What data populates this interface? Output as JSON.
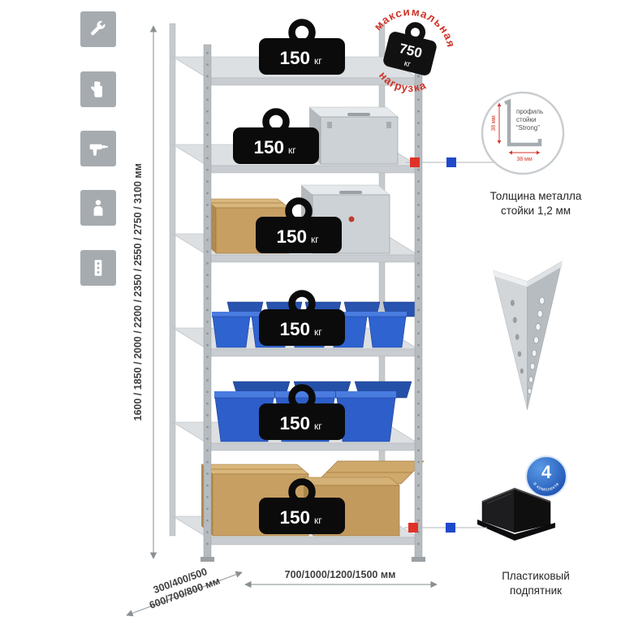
{
  "colors": {
    "accent_red": "#d6362b",
    "accent_blue": "#1e49c9",
    "bin_blue": "#2e63d0",
    "metal_grey": "#b6bbbf",
    "badge_black": "#0b0b0b",
    "cardboard": "#c79f63",
    "icon_tile_grey": "#a6abb0"
  },
  "sidebar_icons": [
    {
      "name": "wrench-icon"
    },
    {
      "name": "work-gloves-icon"
    },
    {
      "name": "drill-icon"
    },
    {
      "name": "person-icon"
    },
    {
      "name": "rack-post-icon"
    }
  ],
  "dimensions": {
    "height": "1600 / 1850 / 2000 / 2200 / 2350 / 2550 / 2750 / 3100 мм",
    "depth_line1": "300/400/500",
    "depth_line2": "600/700/800 мм",
    "width": "700/1000/1200/1500 мм"
  },
  "shelves": [
    {
      "load_value": "150",
      "load_unit": "кг",
      "contents": "empty shelf"
    },
    {
      "load_value": "150",
      "load_unit": "кг",
      "contents": "aluminum case"
    },
    {
      "load_value": "150",
      "load_unit": "кг",
      "contents": "aluminum case and cardboard box"
    },
    {
      "load_value": "150",
      "load_unit": "кг",
      "contents": "blue plastic bins"
    },
    {
      "load_value": "150",
      "load_unit": "кг",
      "contents": "blue plastic bins"
    },
    {
      "load_value": "150",
      "load_unit": "кг",
      "contents": "cardboard boxes"
    }
  ],
  "max_load_stamp": {
    "text_top": "максимальная",
    "text_bottom": "нагрузка",
    "value": "750",
    "unit": "кг"
  },
  "profile_detail": {
    "dim_vertical": "38 мм",
    "dim_horizontal": "38 мм",
    "label_line1": "профиль",
    "label_line2": "стойки",
    "label_line3": "“Strong”",
    "caption_line1": "Толщина металла",
    "caption_line2": "стойки 1,2 мм"
  },
  "foot_detail": {
    "badge_number": "4",
    "badge_text": "в комплекте",
    "caption_line1": "Пластиковый",
    "caption_line2": "подпятник"
  }
}
